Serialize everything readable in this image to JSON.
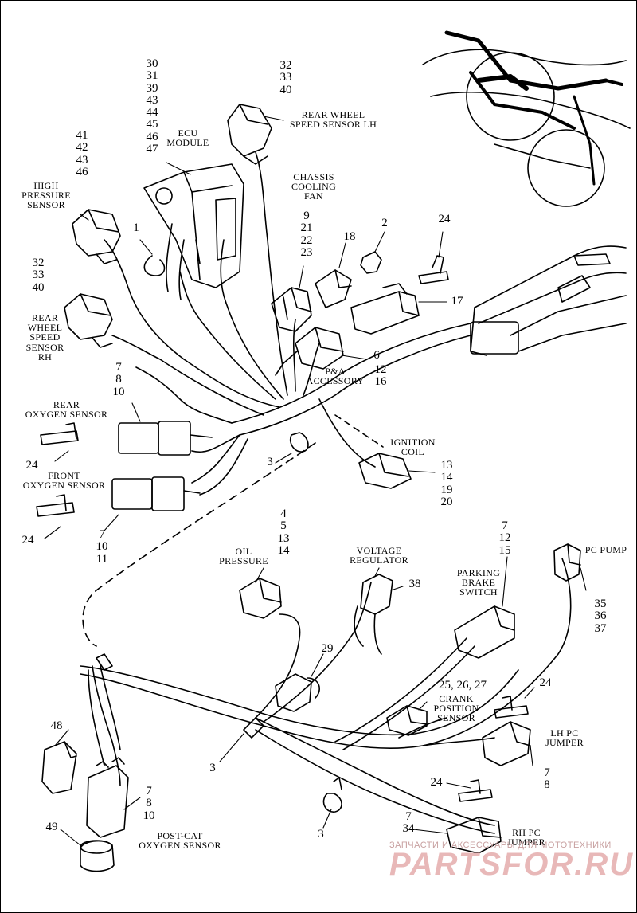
{
  "callouts": {
    "ecu_nums": "30\n31\n39\n43\n44\n45\n46\n47",
    "ecu_module": "ECU\nMODULE",
    "rw_lh_nums": "32\n33\n40",
    "rw_lh_label": "REAR WHEEL\nSPEED SENSOR LH",
    "hp_nums": "41\n42\n43\n46",
    "hp_label": "HIGH\nPRESSURE\nSENSOR",
    "chassis_label": "CHASSIS\nCOOLING\nFAN",
    "chassis_nums": "9\n21\n22\n23",
    "n1": "1",
    "n2": "2",
    "n18": "18",
    "n24a": "24",
    "n17": "17",
    "rw_rh_nums": "32\n33\n40",
    "rw_rh_label": "REAR\nWHEEL\nSPEED\nSENSOR\nRH",
    "pa_num": "6",
    "pa_label": "P&A\nACCESSORY",
    "pa_nums": "12\n16",
    "rear_o2_nums": "7\n8\n10",
    "rear_o2_label": "REAR\nOXYGEN SENSOR",
    "ign_label": "IGNITION\nCOIL",
    "ign_nums": "13\n14\n19\n20",
    "n3a": "3",
    "n24b": "24",
    "front_o2_label": "FRONT\nOXYGEN SENSOR",
    "n24c": "24",
    "front_o2_nums": "7\n10\n11",
    "oil_nums": "4\n5\n13\n14",
    "oil_label": "OIL\nPRESSURE",
    "vr_label": "VOLTAGE\nREGULATOR",
    "n38": "38",
    "pb_nums": "7\n12\n15",
    "pb_label": "PARKING\nBRAKE\nSWITCH",
    "pc_pump_label": "PC PUMP",
    "pc_pump_nums": "35\n36\n37",
    "n29": "29",
    "crank_nums": "25, 26, 27",
    "crank_label": "CRANK\nPOSITION\nSENSOR",
    "n24d": "24",
    "lhpc_label": "LH PC\nJUMPER",
    "lhpc_nums": "7\n8",
    "n48": "48",
    "n3b": "3",
    "n24e": "24",
    "postcat_nums": "7\n8\n10",
    "n3c": "3",
    "rhpc_nums": "7\n34",
    "rhpc_label": "RH PC\nJUMPER",
    "n49": "49",
    "postcat_label": "POST-CAT\nOXYGEN SENSOR"
  },
  "watermark": {
    "line1": "ЗАПЧАСТИ И АКСЕССУАРЫ ДЛЯ МОТОТЕХНИКИ",
    "line2": "PARTSFOR.RU"
  }
}
